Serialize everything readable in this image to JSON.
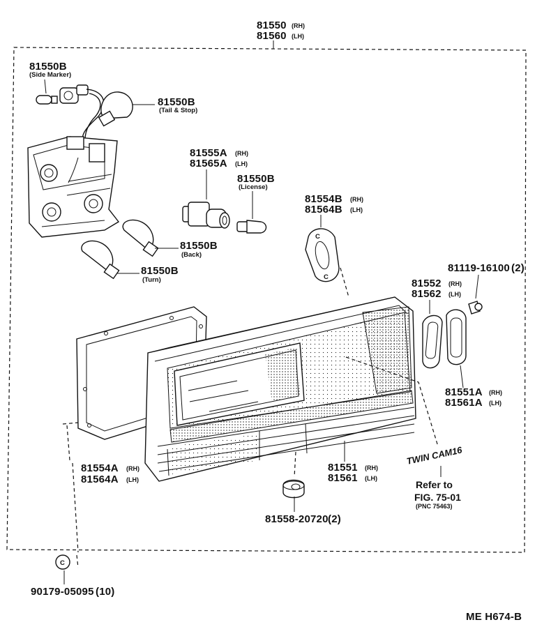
{
  "assembly": {
    "pn_rh": "81550",
    "rh": "(RH)",
    "pn_lh": "81560",
    "lh": "(LH)"
  },
  "bulb_side_marker": {
    "pn": "81550B",
    "desc": "(Side Marker)"
  },
  "bulb_tail_stop": {
    "pn": "81550B",
    "desc": "(Tail & Stop)"
  },
  "socket": {
    "pn_rh": "81555A",
    "rh": "(RH)",
    "pn_lh": "81565A",
    "lh": "(LH)"
  },
  "bulb_license": {
    "pn": "81550B",
    "desc": "(License)"
  },
  "bulb_back": {
    "pn": "81550B",
    "desc": "(Back)"
  },
  "bulb_turn": {
    "pn": "81550B",
    "desc": "(Turn)"
  },
  "gasket_b": {
    "pn_rh": "81554B",
    "rh": "(RH)",
    "pn_lh": "81564B",
    "lh": "(LH)"
  },
  "screw": {
    "pn": "81119-16100",
    "qty": "(2)"
  },
  "gasket_552": {
    "pn_rh": "81552",
    "rh": "(RH)",
    "pn_lh": "81562",
    "lh": "(LH)"
  },
  "gasket_551a": {
    "pn_rh": "81551A",
    "rh": "(RH)",
    "pn_lh": "81561A",
    "lh": "(LH)"
  },
  "gasket_a": {
    "pn_rh": "81554A",
    "rh": "(RH)",
    "pn_lh": "81564A",
    "lh": "(LH)"
  },
  "lens": {
    "pn_rh": "81551",
    "rh": "(RH)",
    "pn_lh": "81561",
    "lh": "(LH)"
  },
  "emblem": {
    "text": "TWIN CAM16"
  },
  "reference": {
    "line1": "Refer to",
    "line2": "FIG. 75-01",
    "line3": "(PNC 75463)"
  },
  "cap": {
    "pn": "81558-20720",
    "qty": "(2)"
  },
  "clip": {
    "pn": "90179-05095",
    "qty": "(10)"
  },
  "footer": {
    "code": "ME  H674-B"
  }
}
